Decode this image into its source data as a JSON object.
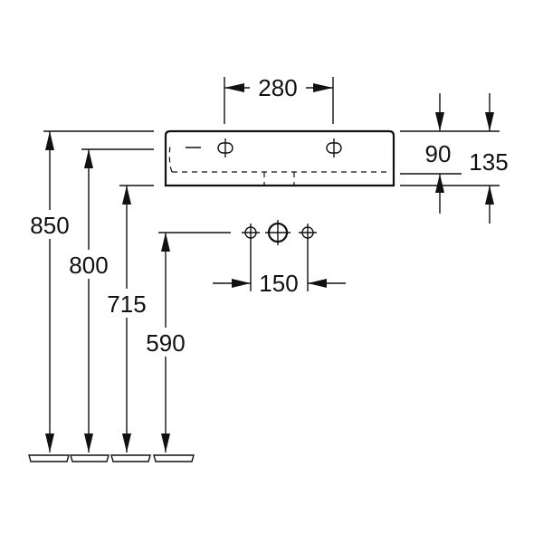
{
  "dimensions": {
    "tap_hole_spacing": "280",
    "overall_height": "850",
    "top_of_basin_height": "800",
    "bottom_of_basin_height": "715",
    "outlet_height": "590",
    "basin_thickness_front": "90",
    "basin_thickness_total": "135",
    "fixing_spacing": "150"
  }
}
